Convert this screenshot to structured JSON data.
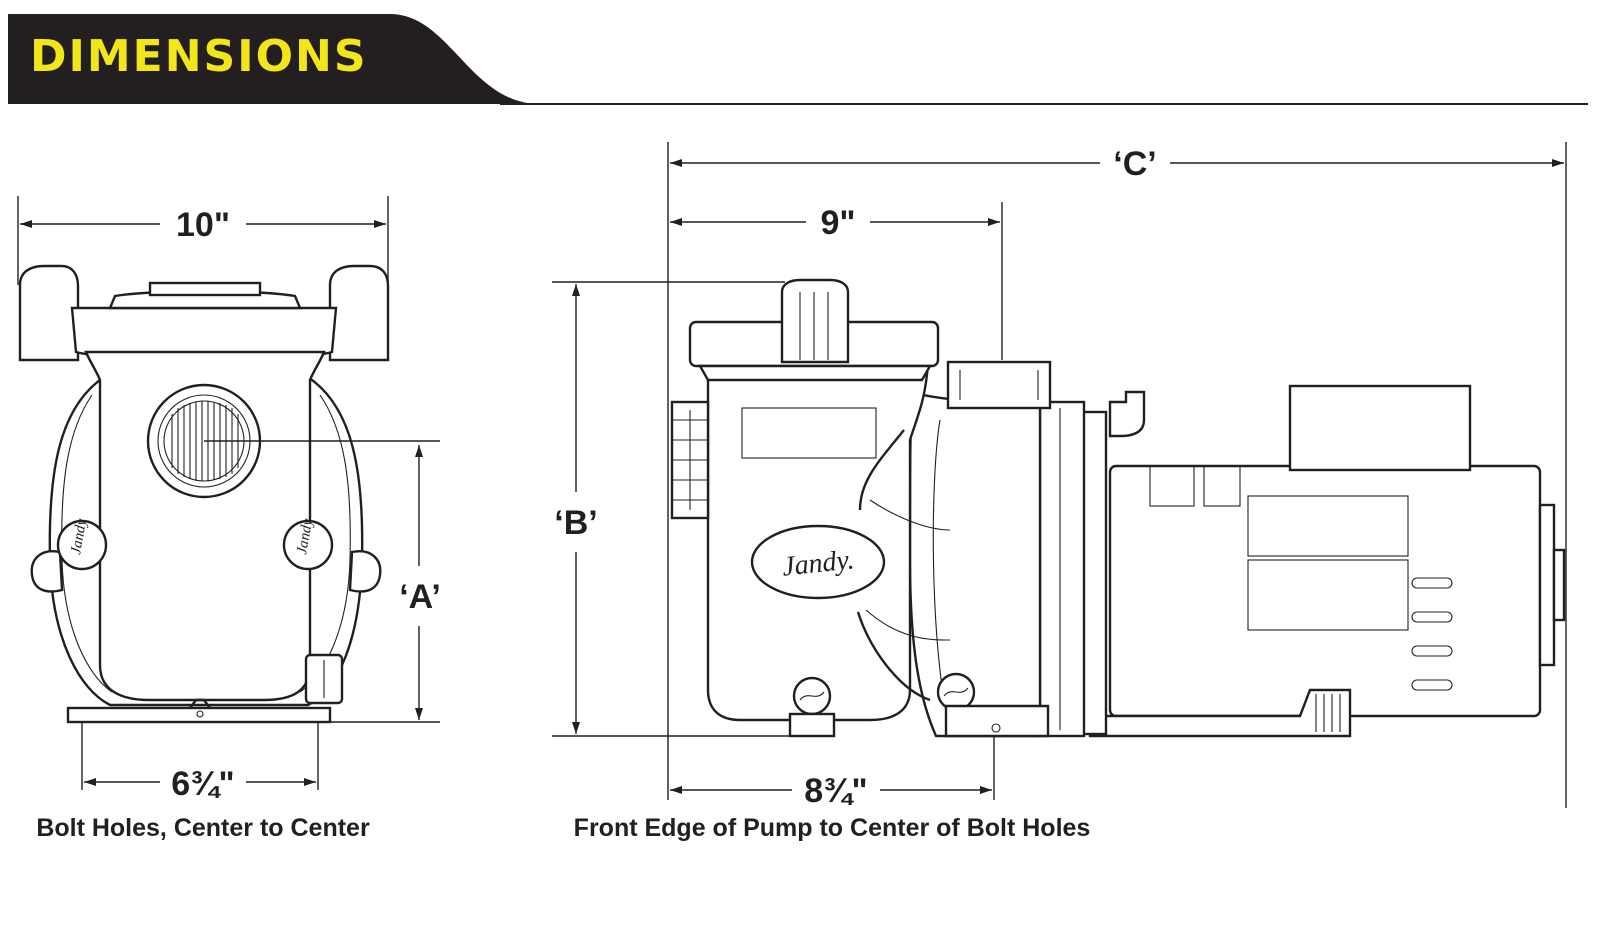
{
  "header": {
    "title": "DIMENSIONS",
    "background": "#231f20",
    "title_color": "#f2e51a"
  },
  "front_view": {
    "width_label": "10\"",
    "height_label": "‘A’",
    "bolt_label": "6¾\"",
    "caption": "Bolt Holes, Center to Center",
    "logo_text": "Jandy"
  },
  "side_view": {
    "overall_length_label": "‘C’",
    "pump_width_label": "9\"",
    "height_label": "‘B’",
    "bolt_label": "8¾\"",
    "caption": "Front Edge of Pump to Center of Bolt Holes",
    "logo_text": "Jandy."
  }
}
